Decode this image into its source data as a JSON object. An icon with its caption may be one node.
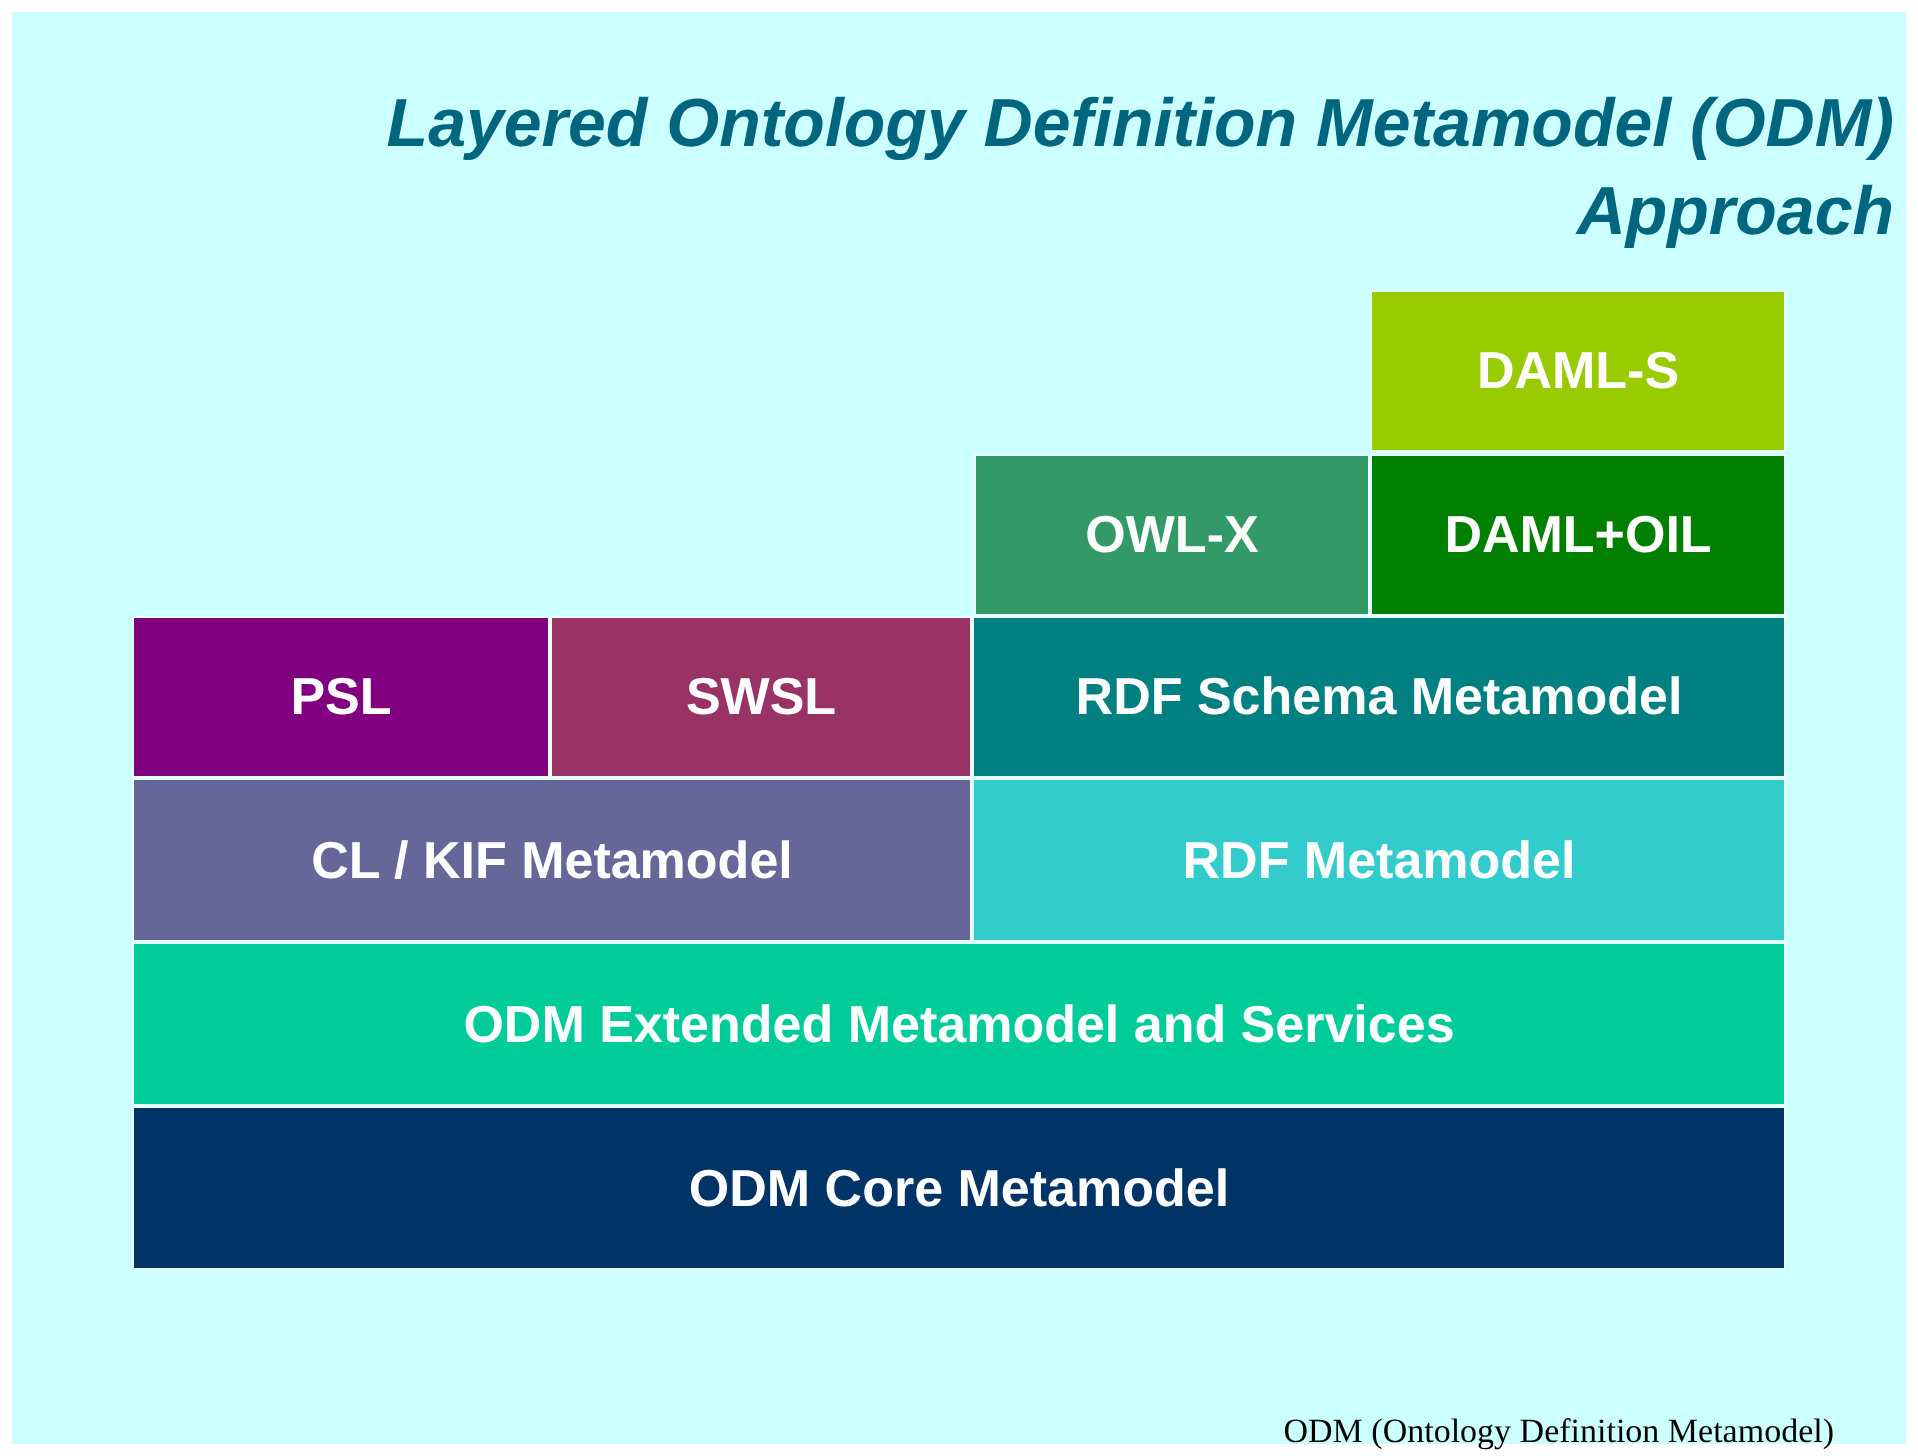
{
  "diagram": {
    "title": "Layered Ontology Definition Metamodel (ODM) Approach",
    "nodes": [
      {
        "text": [
          "DAML-S"
        ]
      },
      {
        "text": [
          "OWL-X"
        ]
      },
      {
        "text": [
          "DAML+OIL"
        ]
      },
      {
        "text": [
          "PSL"
        ]
      },
      {
        "text": [
          "SWSL"
        ]
      },
      {
        "text": [
          "RDF Schema Metamodel"
        ]
      },
      {
        "text": [
          "CL / KIF Metamodel"
        ]
      },
      {
        "text": [
          "RDF Metamodel"
        ]
      },
      {
        "text": [
          "ODM Extended Metamodel and Services"
        ]
      },
      {
        "text": [
          "ODM Core Metamodel"
        ]
      }
    ],
    "labels": [
      "ODM (Ontology Definition Metamodel)"
    ]
  }
}
